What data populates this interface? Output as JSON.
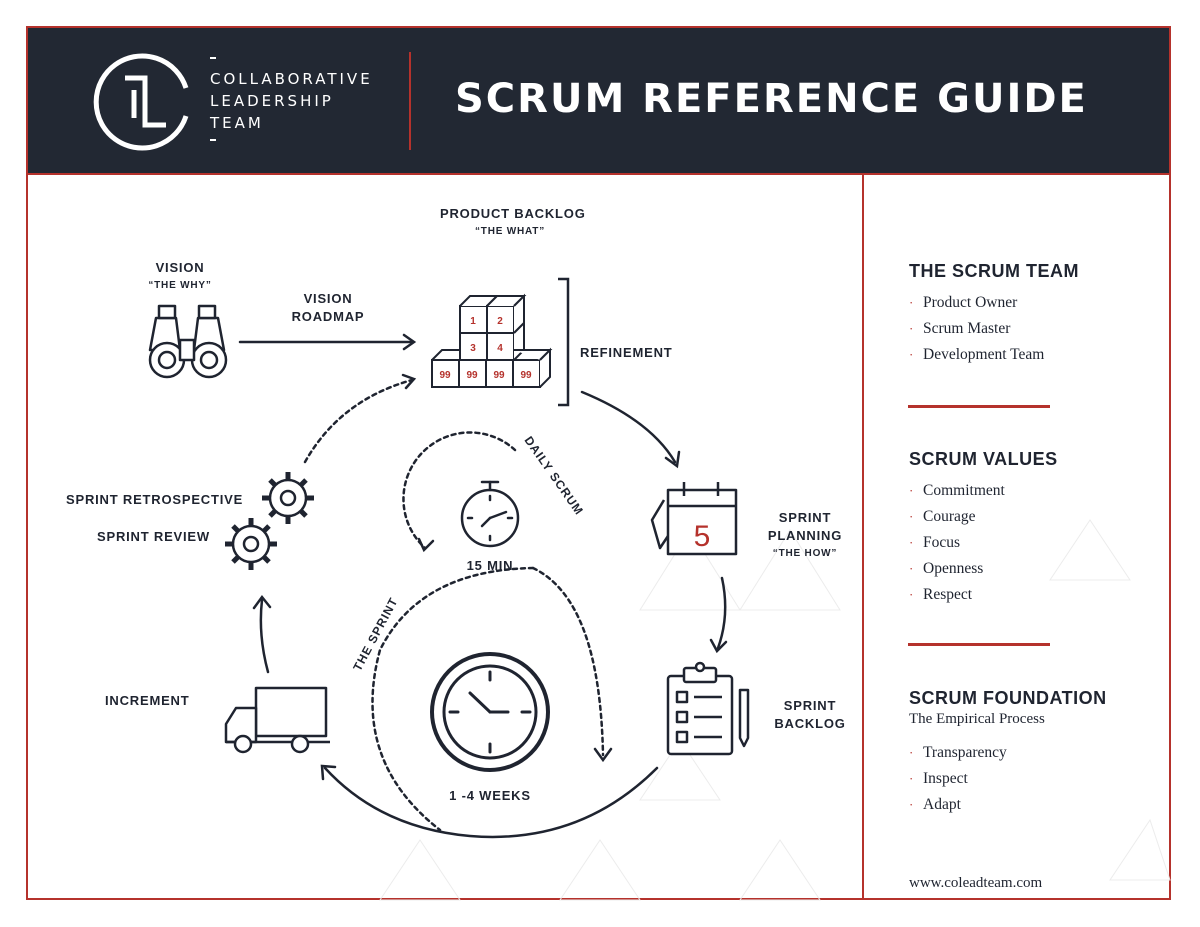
{
  "header": {
    "org_line1": "COLLABORATIVE",
    "org_line2": "LEADERSHIP",
    "org_line3": "TEAM",
    "title": "SCRUM REFERENCE GUIDE"
  },
  "diagram": {
    "product_backlog": "PRODUCT BACKLOG",
    "product_backlog_sub": "“THE WHAT”",
    "vision": "VISION",
    "vision_sub": "“THE WHY”",
    "vision_roadmap_1": "VISION",
    "vision_roadmap_2": "ROADMAP",
    "refinement": "REFINEMENT",
    "sprint_retrospective": "SPRINT RETROSPECTIVE",
    "sprint_review": "SPRINT REVIEW",
    "daily_scrum": "DAILY SCRUM",
    "fifteen_min": "15 MIN",
    "sprint_planning_1": "SPRINT",
    "sprint_planning_2": "PLANNING",
    "sprint_planning_sub": "“THE HOW”",
    "the_sprint": "THE SPRINT",
    "increment": "INCREMENT",
    "sprint_backlog_1": "SPRINT",
    "sprint_backlog_2": "BACKLOG",
    "weeks": "1 -4 WEEKS",
    "calendar_day": "5",
    "box_labels": [
      "1",
      "2",
      "3",
      "4",
      "99",
      "99",
      "99",
      "99"
    ]
  },
  "sidebar": {
    "team_title": "THE SCRUM TEAM",
    "team_items": [
      "Product Owner",
      "Scrum Master",
      "Development Team"
    ],
    "values_title": "SCRUM VALUES",
    "values_items": [
      "Commitment",
      "Courage",
      "Focus",
      "Openness",
      "Respect"
    ],
    "foundation_title": "SCRUM FOUNDATION",
    "foundation_sub": "The Empirical Process",
    "foundation_items": [
      "Transparency",
      "Inspect",
      "Adapt"
    ],
    "website": "www.coleadteam.com",
    "bullet": "·"
  },
  "colors": {
    "navy": "#222833",
    "accent": "#b5322c",
    "ink": "#1f2430"
  }
}
